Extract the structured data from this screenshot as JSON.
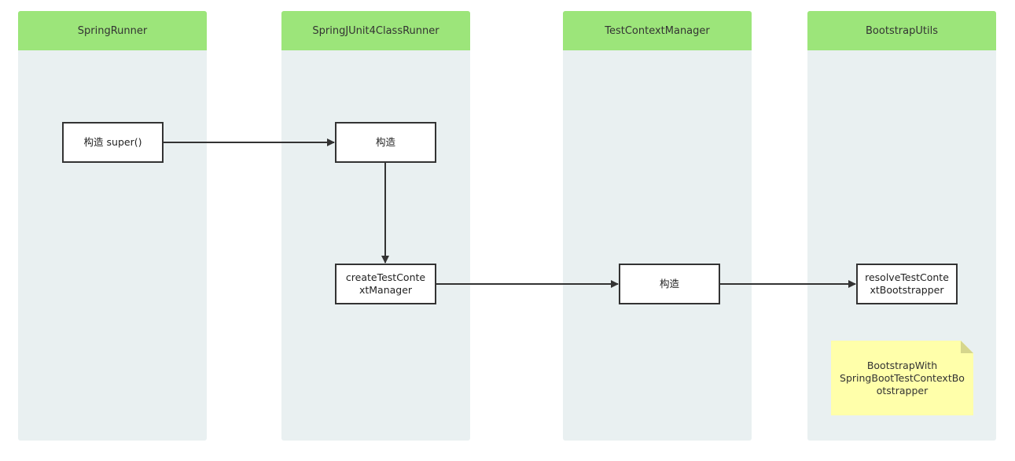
{
  "lanes": [
    {
      "title": "SpringRunner"
    },
    {
      "title": "SpringJUnit4ClassRunner"
    },
    {
      "title": "TestContextManager"
    },
    {
      "title": "BootstrapUtils"
    }
  ],
  "nodes": {
    "spring_runner_ctor": "构造 super()",
    "junit_runner_ctor": "构造",
    "create_tcm": "createTestConte\nxtManager",
    "tcm_ctor": "构造",
    "resolve_bootstrapper": "resolveTestConte\nxtBootstrapper"
  },
  "note": {
    "text": "BootstrapWith\nSpringBootTestContextBo\notstrapper"
  },
  "colors": {
    "lane_header": "#9ce57a",
    "lane_body": "#e9f0f1",
    "note_fill": "#ffffaa",
    "edge": "#333333"
  }
}
